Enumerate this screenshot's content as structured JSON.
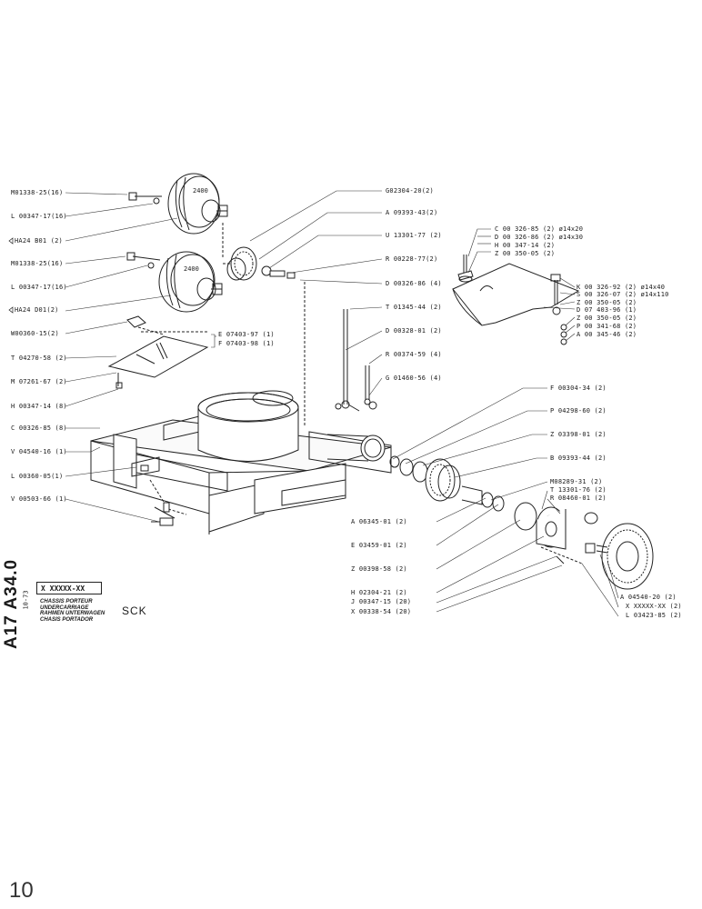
{
  "left_labels": [
    "M01338-25(16)",
    "L 00347-17(16)",
    "HA24  B01 (2)",
    "M01338-25(16)",
    "L 00347-17(16)",
    "HA24  D01(2)",
    "W00360-15(2)",
    "T 04270-58 (2)",
    "M 07261-67 (2)",
    "H 00347-14 (8)",
    "C 00326-85 (8)",
    "V 04540-16 (1)",
    "L 00360-05(1)",
    "V 00503-66 (1)"
  ],
  "wheel_marks": [
    "2400",
    "2400"
  ],
  "center_labels": [
    "G02304-20(2)",
    "A 09393-43(2)",
    "U 13301-77 (2)",
    "R 00228-77(2)",
    "D 00326-86 (4)",
    "T 01345-44 (2)",
    "D 00328-01 (2)",
    "R 00374-59 (4)",
    "G 01460-56 (4)"
  ],
  "plate_labels": [
    "E 07403-97 (1)",
    "F 07403-98 (1)"
  ],
  "top_right_labels": [
    "C 00 326-85 (2) ø14x20",
    "D 00 326-86 (2) ø14x30",
    "H 00 347-14 (2)",
    "Z 00 350-05 (2)"
  ],
  "right_labels": [
    "K 00 326-92  (2) ø14x40",
    "S 00 326-07 (2) ø14x110",
    "Z 00 350-05 (2)",
    "D 07 403-96 (1)",
    "Z 00 350-05 (2)",
    "P 00 341-68 (2)",
    "A 00 345-46 (2)"
  ],
  "gear_labels": [
    "F 00304-34 (2)",
    "P 04298-60 (2)",
    "Z 03398-01 (2)",
    "B 09393-44 (2)",
    "M08289-31 (2)",
    "T 13301-76 (2)",
    "R 08460-01 (2)"
  ],
  "lower_labels": [
    "A 06345-01 (2)",
    "E 03459-01 (2)",
    "Z 00398-58 (2)",
    "H 02304-21 (2)",
    "J 00347-15 (20)",
    "X 00338-54 (20)"
  ],
  "sprocket_labels": [
    "A 04540-20 (2)",
    "X XXXXX-XX (2)",
    "L 03423-85 (2)"
  ],
  "title_block": {
    "sheet_code": "A17 A34.0",
    "date_code": "10-73",
    "ref_box": "X XXXXX-XX",
    "lines": [
      "CHASSIS PORTEUR",
      "UNDERCARRIAGE",
      "RAHMEN UNTERWAGEN",
      "CHASIS PORTADOR"
    ],
    "model": "SCK"
  },
  "page_number": "10"
}
